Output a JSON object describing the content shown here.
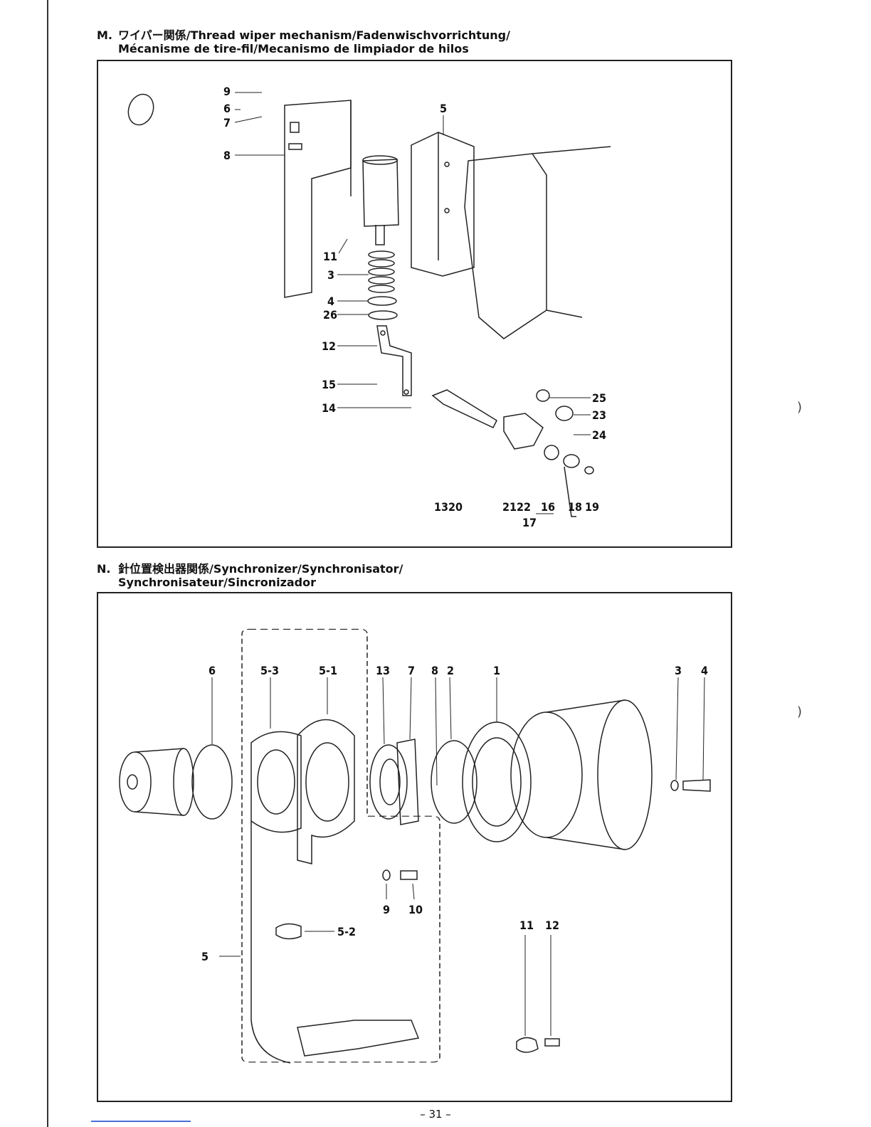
{
  "section_m": {
    "letter": "M.",
    "title_line1": "ワイパー関係/Thread wiper mechanism/Fadenwischvorrichtung/",
    "title_line2": "Mécanisme de tire-fil/Mecanismo de limpiador de hilos",
    "callouts": [
      "9",
      "6",
      "7",
      "8",
      "5",
      "11",
      "3",
      "4",
      "26",
      "12",
      "15",
      "14",
      "25",
      "23",
      "24",
      "13",
      "20",
      "21",
      "22",
      "16",
      "18",
      "19",
      "17"
    ]
  },
  "section_n": {
    "letter": "N.",
    "title_line1": "針位置検出器関係/Synchronizer/Synchronisator/",
    "title_line2": "Synchronisateur/Sincronizador",
    "callouts": [
      "6",
      "5-3",
      "5-1",
      "13",
      "7",
      "8",
      "2",
      "1",
      "3",
      "4",
      "9",
      "10",
      "5-2",
      "5",
      "11",
      "12"
    ]
  },
  "page_number": "– 31 –"
}
